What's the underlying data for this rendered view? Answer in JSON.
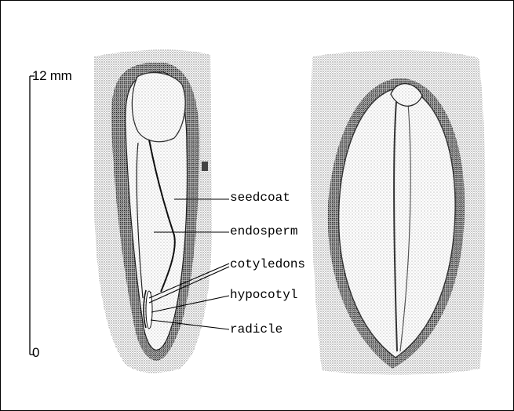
{
  "scale": {
    "max_label": "12 mm",
    "min_label": "0"
  },
  "labels": {
    "seedcoat": "seedcoat",
    "endosperm": "endosperm",
    "cotyledons": "cotyledons",
    "hypocotyl": "hypocotyl",
    "radicle": "radicle"
  },
  "colors": {
    "ink": "#000000",
    "stipple_light": "#c8c8c8",
    "stipple_dark": "#3a3a3a",
    "paper": "#ffffff"
  }
}
